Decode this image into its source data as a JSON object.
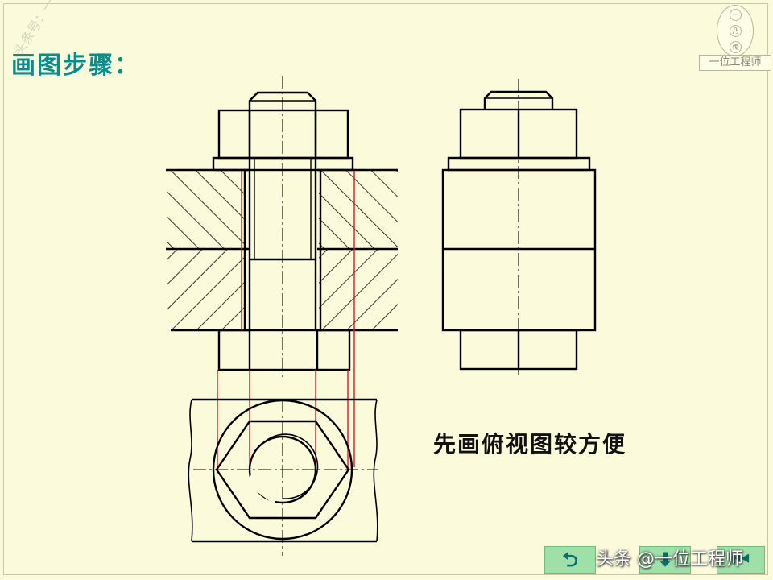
{
  "title": "画图步骤：",
  "caption": "先画俯视图较方便",
  "watermark": "头条号：一位工程师",
  "logo": {
    "name": "一位工程师",
    "dots": [
      "一",
      "乃",
      "传"
    ]
  },
  "credit": "头条 @一位工程师",
  "nav": {
    "home_icon": "u-turn-icon",
    "down_icon": "down-arrow-icon",
    "back_icon": "skip-back-icon"
  },
  "colors": {
    "background": "#fbfbdc",
    "title": "#0a8c8c",
    "projection_lines": "#cc1f1f",
    "lines": "#000000"
  }
}
